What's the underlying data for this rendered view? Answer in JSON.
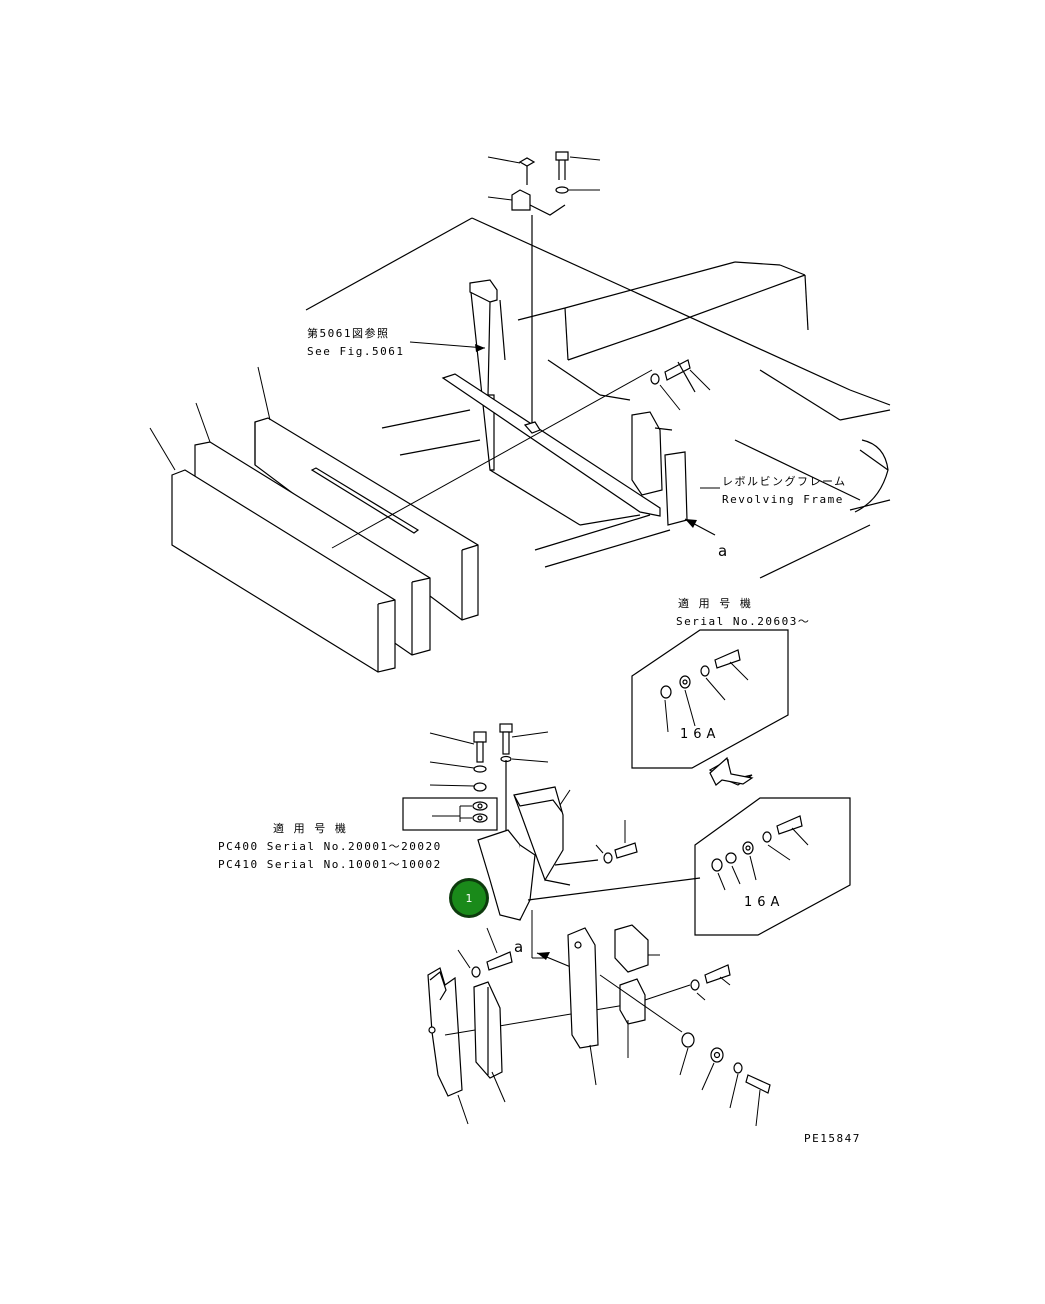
{
  "figure_code": "PE15847",
  "references": {
    "see_fig_jp": "第5061図参照",
    "see_fig_en": "See Fig.5061",
    "revolving_frame_jp": "レボルビングフレーム",
    "revolving_frame_en": "Revolving Frame"
  },
  "view_labels": {
    "a_upper": "a",
    "a_lower": "a"
  },
  "applicability_right": {
    "title": "適 用 号 機",
    "serial": "Serial No.20603～"
  },
  "applicability_left": {
    "title": "適 用 号 機",
    "line1": "PC400 Serial No.20001～20020",
    "line2": "PC410 Serial No.10001～10002"
  },
  "part_sizes": {
    "upper_box": "16A",
    "lower_box": "16A"
  },
  "marker": {
    "label": "1",
    "color": "#1a8a1a"
  }
}
